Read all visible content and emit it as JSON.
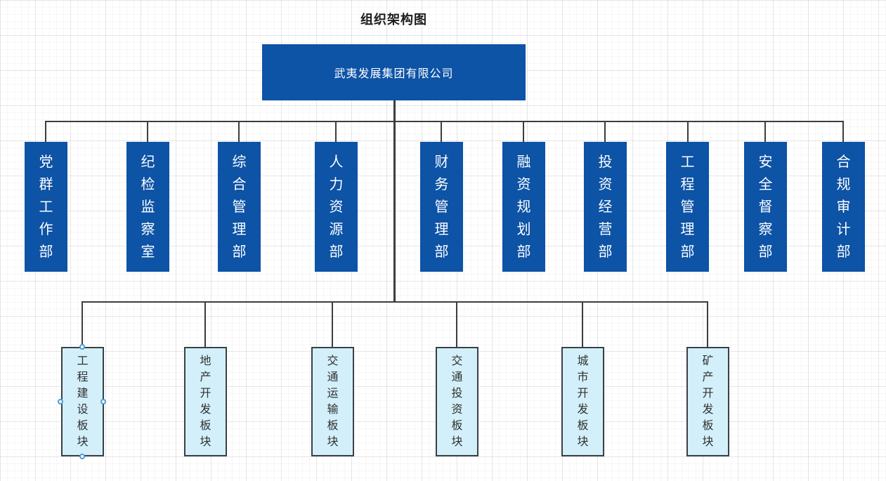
{
  "title": "组织架构图",
  "root": {
    "label": "武夷发展集团有限公司"
  },
  "departments": [
    {
      "label": "党群工作部"
    },
    {
      "label": "纪检监察室"
    },
    {
      "label": "综合管理部"
    },
    {
      "label": "人力资源部"
    },
    {
      "label": "财务管理部"
    },
    {
      "label": "融资规划部"
    },
    {
      "label": "投资经营部"
    },
    {
      "label": "工程管理部"
    },
    {
      "label": "安全督察部"
    },
    {
      "label": "合规审计部"
    }
  ],
  "units": [
    {
      "label": "工程建设板块",
      "selected": true
    },
    {
      "label": "地产开发板块",
      "selected": false
    },
    {
      "label": "交通运输板块",
      "selected": false
    },
    {
      "label": "交通投资板块",
      "selected": false
    },
    {
      "label": "城市开发板块",
      "selected": false
    },
    {
      "label": "矿产开发板块",
      "selected": false
    }
  ],
  "colors": {
    "node_blue": "#0d53a6",
    "node_text": "#ffffff",
    "unit_fill": "#d3f0fa",
    "unit_border": "#3a4046",
    "unit_text": "#303030",
    "connector": "#3d3d3d",
    "selection_handle": "#4e9bd4",
    "title_text": "#1c1c1c",
    "canvas_bg": "#ffffff"
  }
}
